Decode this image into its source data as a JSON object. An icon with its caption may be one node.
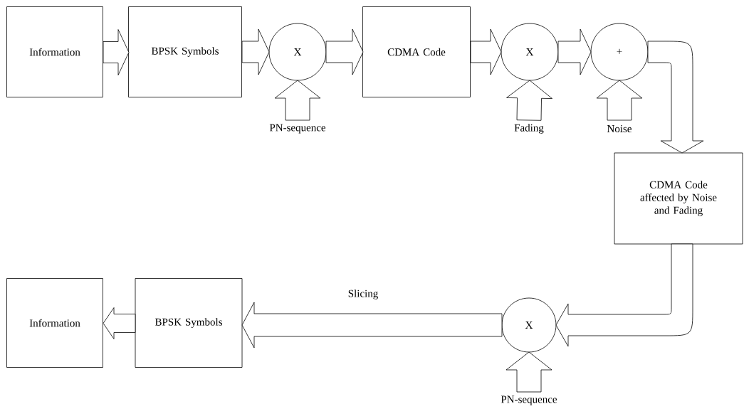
{
  "diagram": {
    "nodes": [
      {
        "text": [
          "Information"
        ]
      },
      {
        "text": [
          "BPSK Symbols"
        ]
      },
      {
        "text": [
          "X"
        ]
      },
      {
        "text": [
          "CDMA Code"
        ]
      },
      {
        "text": [
          "X"
        ]
      },
      {
        "text": [
          "+"
        ]
      },
      {
        "text": [
          "CDMA Code affected by Noise and Fading"
        ]
      },
      {
        "text": [
          "X"
        ]
      },
      {
        "text": [
          "BPSK Symbols"
        ]
      },
      {
        "text": [
          "Information"
        ]
      },
      {
        "text": [
          "PN-sequence"
        ]
      },
      {
        "text": [
          "Fading"
        ]
      },
      {
        "text": [
          "Noise"
        ]
      },
      {
        "text": [
          "PN-sequence"
        ]
      }
    ],
    "edges": [
      {
        "from": 0,
        "to": 1,
        "arrow": "to"
      },
      {
        "from": 1,
        "to": 2,
        "arrow": "to"
      },
      {
        "from": 2,
        "to": 3,
        "arrow": "to"
      },
      {
        "from": 3,
        "to": 4,
        "arrow": "to"
      },
      {
        "from": 4,
        "to": 5,
        "arrow": "to"
      },
      {
        "from": 5,
        "to": 6,
        "arrow": "to"
      },
      {
        "from": 6,
        "to": 7,
        "arrow": "to"
      },
      {
        "from": 7,
        "to": 8,
        "arrow": "to",
        "label": "Slicing"
      },
      {
        "from": 8,
        "to": 9,
        "arrow": "to"
      },
      {
        "from": 10,
        "to": 2,
        "arrow": "to"
      },
      {
        "from": 11,
        "to": 4,
        "arrow": "to"
      },
      {
        "from": 12,
        "to": 5,
        "arrow": "to"
      },
      {
        "from": 13,
        "to": 7,
        "arrow": "to"
      }
    ]
  }
}
